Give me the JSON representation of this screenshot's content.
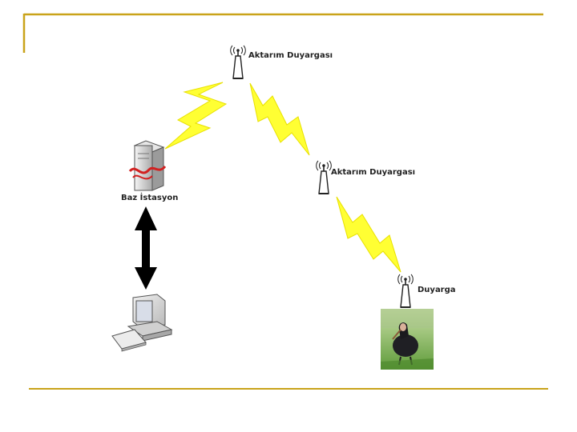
{
  "colors": {
    "frame_line": "#c9a31a",
    "lightning": "#ffff33",
    "arrow": "#000000"
  },
  "nodes": {
    "relay_top": {
      "label": "Aktarım Duyargası",
      "icon": "antenna-sensor-icon"
    },
    "relay_mid": {
      "label": "Aktarım Duyargası",
      "icon": "antenna-sensor-icon"
    },
    "sensor": {
      "label": "Duyarga",
      "icon": "antenna-sensor-icon"
    },
    "base_station": {
      "label": "Baz İstasyon",
      "icon": "server-tower-icon"
    },
    "computer": {
      "icon": "desktop-computer-icon"
    },
    "animal_photo": {
      "icon": "bird-photo-icon"
    }
  },
  "links": [
    {
      "from": "base_station",
      "to": "relay_top",
      "kind": "wireless"
    },
    {
      "from": "relay_top",
      "to": "relay_mid",
      "kind": "wireless"
    },
    {
      "from": "relay_mid",
      "to": "sensor",
      "kind": "wireless"
    },
    {
      "from": "base_station",
      "to": "computer",
      "kind": "wired-bidirectional"
    }
  ]
}
